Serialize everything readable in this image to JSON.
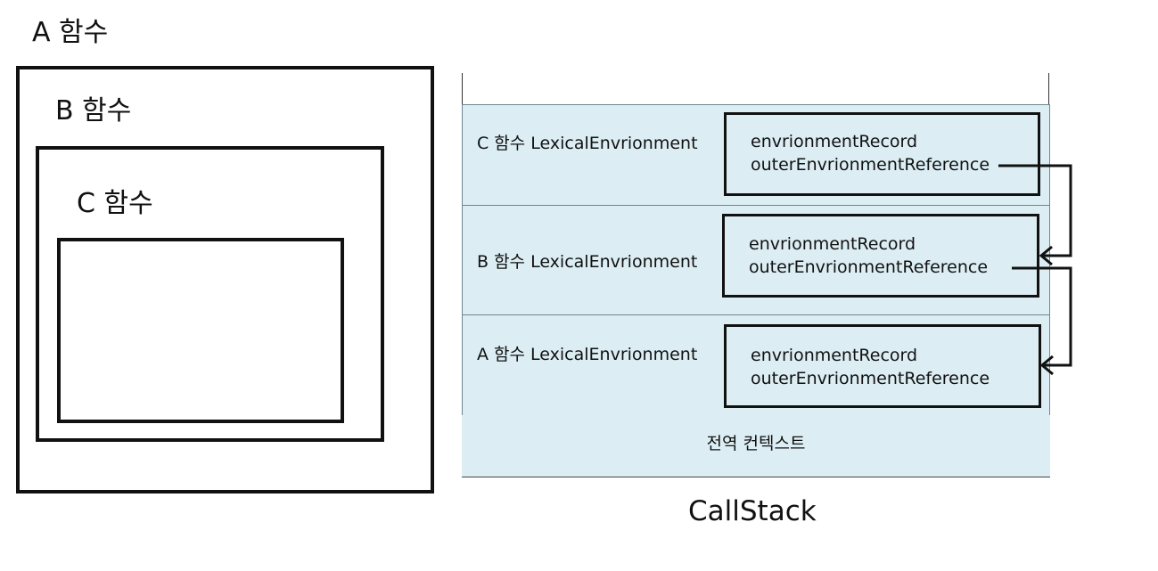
{
  "scopes": {
    "a_label": "A 함수",
    "b_label": "B 함수",
    "c_label": "C 함수"
  },
  "stack": {
    "frames": [
      {
        "label": "C 함수  LexicalEnvrionment",
        "record": "envrionmentRecord",
        "outer": "outerEnvrionmentReference"
      },
      {
        "label": "B 함수 LexicalEnvrionment",
        "record": "envrionmentRecord",
        "outer": "outerEnvrionmentReference"
      },
      {
        "label": "A 함수 LexicalEnvrionment",
        "record": "envrionmentRecord",
        "outer": "outerEnvrionmentReference"
      }
    ],
    "global": "전역 컨텍스트",
    "title": "CallStack"
  },
  "colors": {
    "frame_fill": "#dceef4",
    "stroke": "#111111"
  }
}
